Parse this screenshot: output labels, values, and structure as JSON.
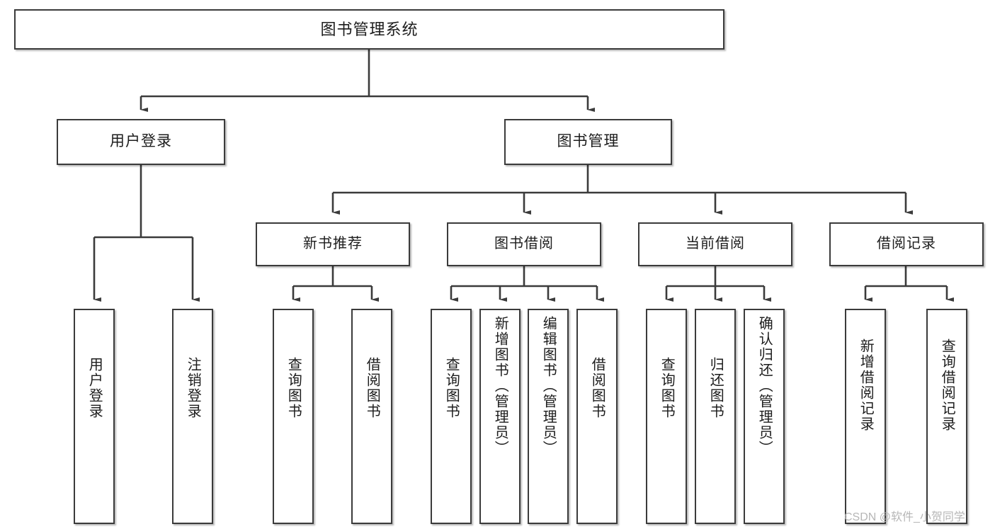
{
  "diagram": {
    "title": "图书管理系统",
    "type": "tree-hierarchy",
    "orientation": "top-down",
    "colors": {
      "box_border": "#3b3b3b",
      "box_fill": "#ffffff",
      "edge": "#3b3b3b",
      "text": "#1c1c1c",
      "watermark": "#b6b6b6"
    },
    "root": {
      "label": "图书管理系统"
    },
    "level2": [
      {
        "label": "用户登录"
      },
      {
        "label": "图书管理"
      }
    ],
    "level3": [
      {
        "label": "新书推荐"
      },
      {
        "label": "图书借阅"
      },
      {
        "label": "当前借阅"
      },
      {
        "label": "借阅记录"
      }
    ],
    "leaves": {
      "user_login": [
        {
          "label": "用户登录"
        },
        {
          "label": "注销登录"
        }
      ],
      "new_book_recommend": [
        {
          "label": "查询图书"
        },
        {
          "label": "借阅图书"
        }
      ],
      "book_borrow": [
        {
          "label": "查询图书"
        },
        {
          "label": "新增图书（管理员）"
        },
        {
          "label": "编辑图书（管理员）"
        },
        {
          "label": "借阅图书"
        }
      ],
      "current_borrow": [
        {
          "label": "查询图书"
        },
        {
          "label": "归还图书"
        },
        {
          "label": "确认归还（管理员）"
        }
      ],
      "borrow_records": [
        {
          "label": "新增借阅记录"
        },
        {
          "label": "查询借阅记录"
        }
      ]
    }
  },
  "watermark": {
    "text": "CSDN @软件_小贺同学"
  }
}
